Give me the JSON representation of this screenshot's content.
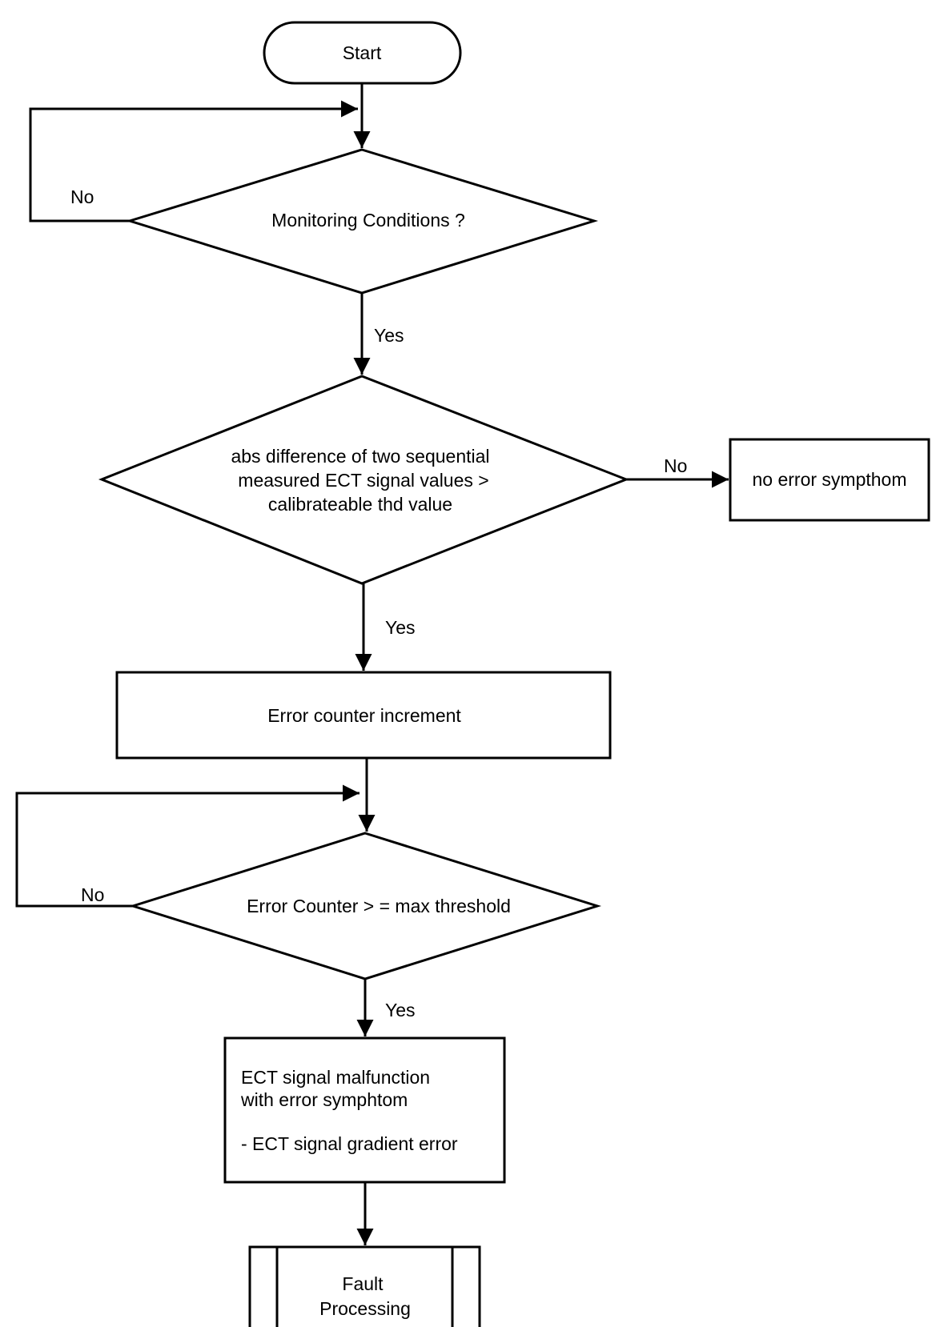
{
  "nodes": {
    "start": {
      "text": "Start"
    },
    "monitoring_conditions": {
      "text": "Monitoring Conditions ?"
    },
    "abs_difference_check": {
      "lines": [
        "abs difference of two sequential",
        "measured ECT signal values >",
        "calibrateable thd value"
      ]
    },
    "no_error_symptom": {
      "text": "no error sympthom"
    },
    "error_counter_increment": {
      "text": "Error counter increment"
    },
    "error_counter_threshold": {
      "text": "Error Counter > = max threshold"
    },
    "ect_malfunction": {
      "lines": [
        "ECT signal malfunction",
        "with error symphtom",
        "- ECT signal gradient error"
      ]
    },
    "fault_processing": {
      "lines": [
        "Fault",
        "Processing"
      ]
    }
  },
  "edges": {
    "monitoring_no": "No",
    "monitoring_yes": "Yes",
    "abs_no": "No",
    "abs_yes": "Yes",
    "threshold_no": "No",
    "threshold_yes": "Yes"
  }
}
